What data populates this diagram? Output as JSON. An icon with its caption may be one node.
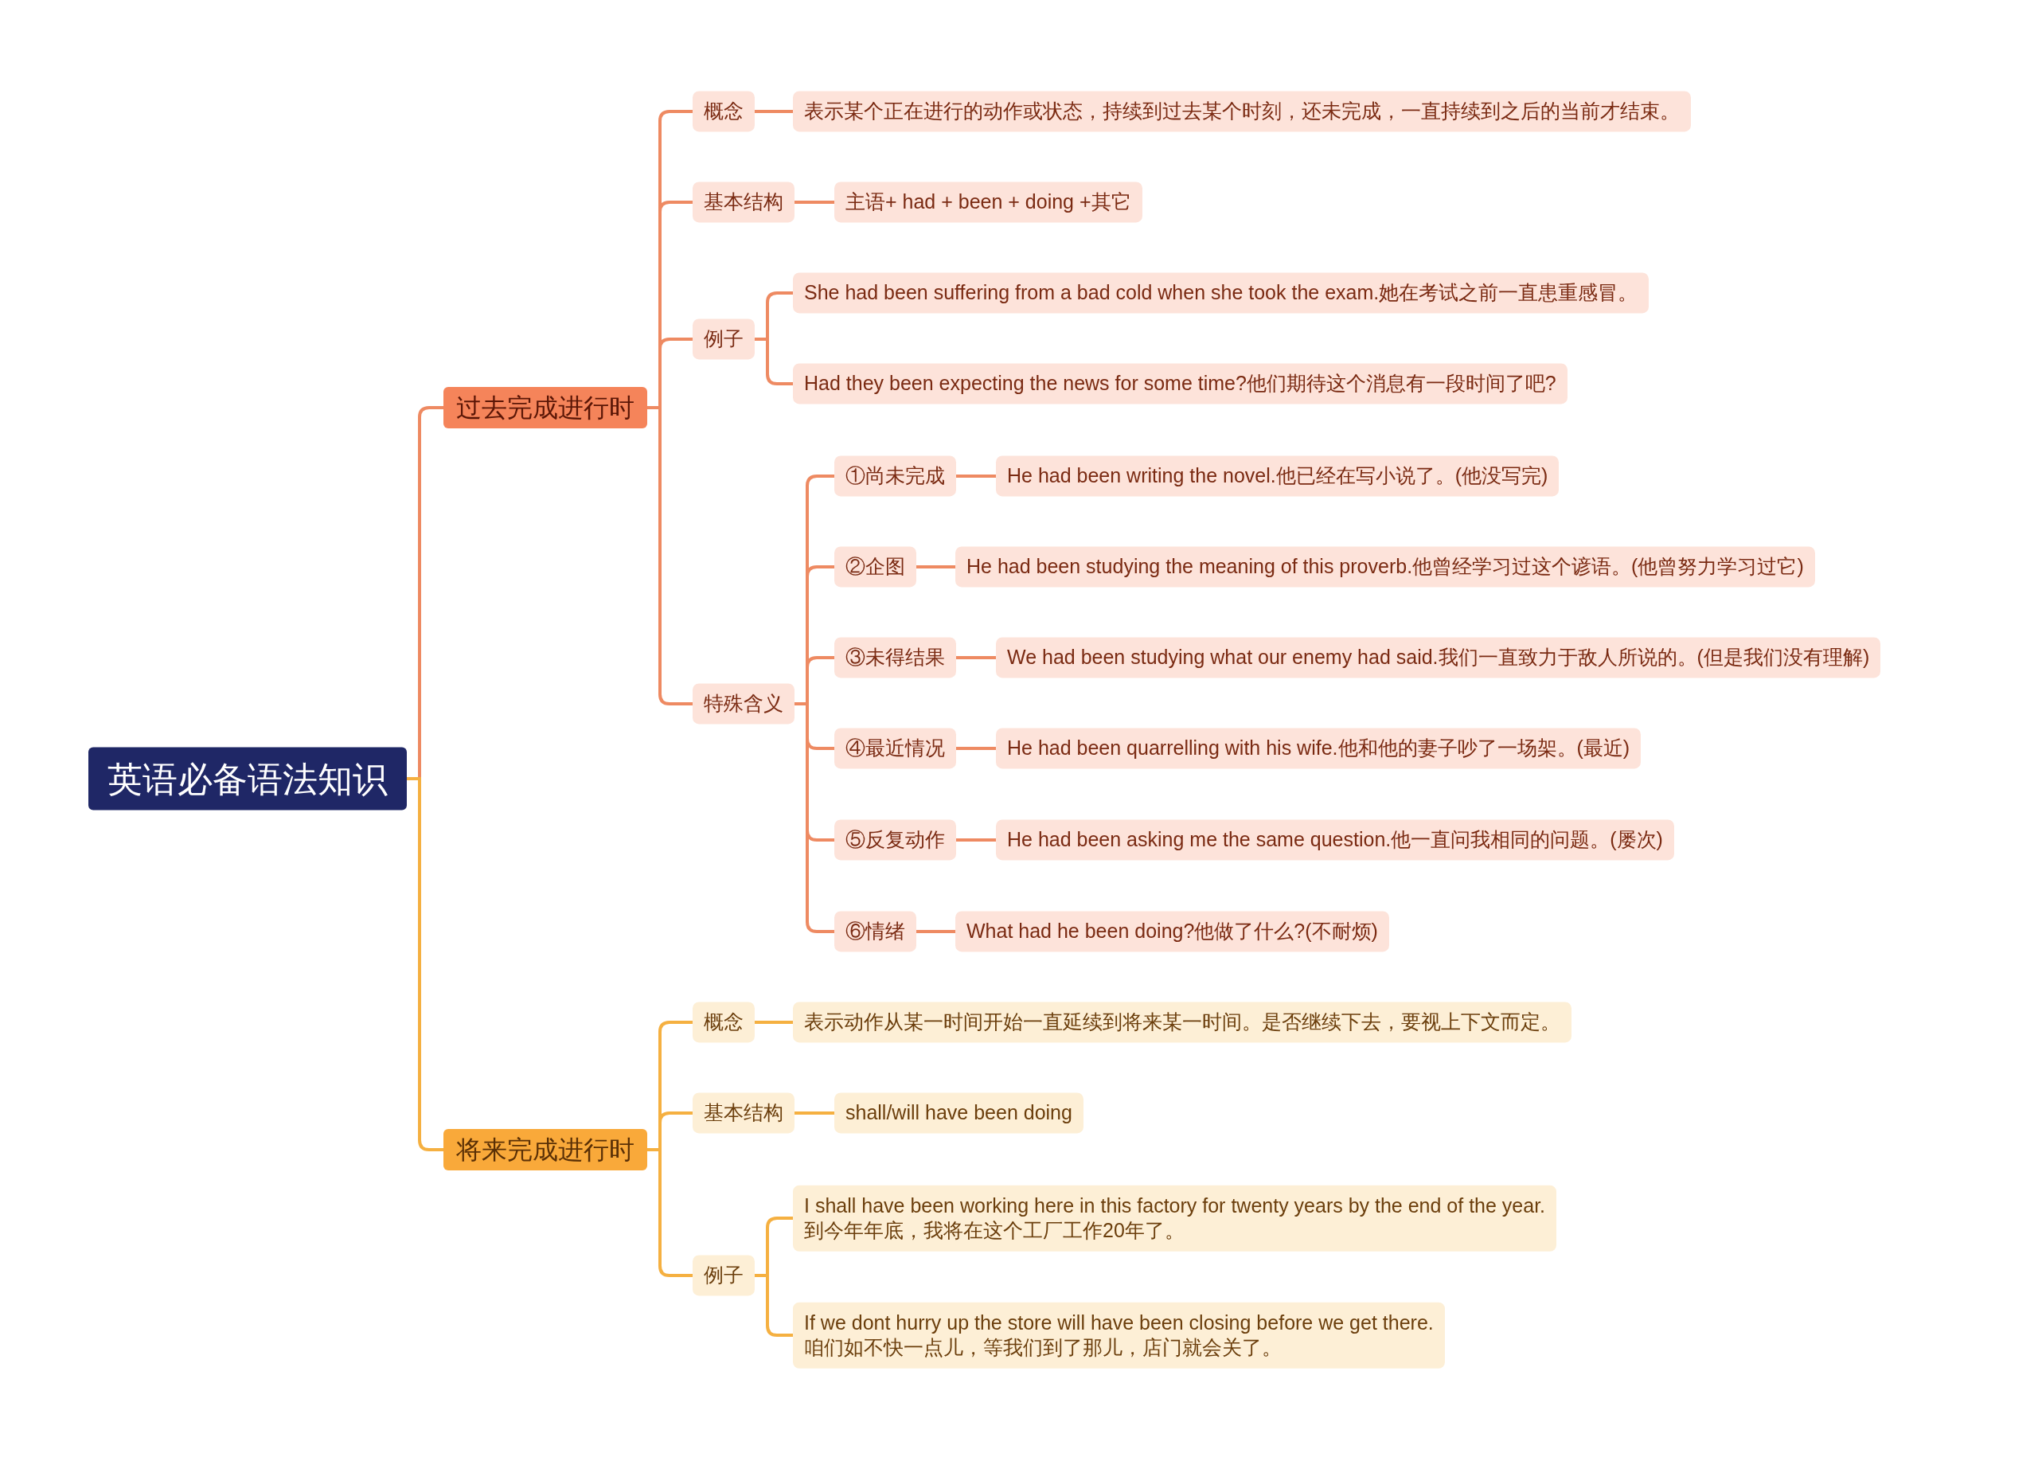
{
  "diagram": {
    "nodes": [
      {
        "text": [
          "英语必备语法知识"
        ]
      },
      {
        "text": [
          "过去完成进行时"
        ]
      },
      {
        "text": [
          "概念"
        ]
      },
      {
        "text": [
          "表示某个正在进行的动作或状态，持续到过去某个时刻，还未完成，一直持续到之后的当前才结束。"
        ]
      },
      {
        "text": [
          "基本结构"
        ]
      },
      {
        "text": [
          "主语+ had + been + doing +其它"
        ]
      },
      {
        "text": [
          "例子"
        ]
      },
      {
        "text": [
          "She had been suffering from a bad cold when she took the exam.她在考试之前一直患重感冒。"
        ]
      },
      {
        "text": [
          "Had they been expecting the news for some time?他们期待这个消息有一段时间了吧?"
        ]
      },
      {
        "text": [
          "特殊含义"
        ]
      },
      {
        "text": [
          "①尚未完成"
        ]
      },
      {
        "text": [
          "He had been writing the novel.他已经在写小说了。(他没写完)"
        ]
      },
      {
        "text": [
          "②企图"
        ]
      },
      {
        "text": [
          "He had been studying the meaning of this proverb.他曾经学习过这个谚语。(他曾努力学习过它)"
        ]
      },
      {
        "text": [
          "③未得结果"
        ]
      },
      {
        "text": [
          "We had been studying what our enemy had said.我们一直致力于敌人所说的。(但是我们没有理解)"
        ]
      },
      {
        "text": [
          "④最近情况"
        ]
      },
      {
        "text": [
          "He had been quarrelling with his wife.他和他的妻子吵了一场架。(最近)"
        ]
      },
      {
        "text": [
          "⑤反复动作"
        ]
      },
      {
        "text": [
          "He had been asking me the same question.他一直问我相同的问题。(屡次)"
        ]
      },
      {
        "text": [
          "⑥情绪"
        ]
      },
      {
        "text": [
          "What had he been doing?他做了什么?(不耐烦)"
        ]
      },
      {
        "text": [
          "将来完成进行时"
        ]
      },
      {
        "text": [
          "概念"
        ]
      },
      {
        "text": [
          "表示动作从某一时间开始一直延续到将来某一时间。是否继续下去，要视上下文而定。"
        ]
      },
      {
        "text": [
          "基本结构"
        ]
      },
      {
        "text": [
          "shall/will have been doing"
        ]
      },
      {
        "text": [
          "例子"
        ]
      },
      {
        "text": [
          "I shall have been working here in this factory for twenty years by the end of the year.",
          "到今年年底，我将在这个工厂工作20年了。"
        ]
      },
      {
        "text": [
          "If we dont hurry up the store will have been closing before we get there.",
          "咱们如不快一点儿，等我们到了那儿，店门就会关了。"
        ]
      }
    ],
    "edges": [
      {
        "from": 0,
        "to": 1,
        "arrow": "none"
      },
      {
        "from": 1,
        "to": 2,
        "arrow": "none"
      },
      {
        "from": 2,
        "to": 3,
        "arrow": "none"
      },
      {
        "from": 1,
        "to": 4,
        "arrow": "none"
      },
      {
        "from": 4,
        "to": 5,
        "arrow": "none"
      },
      {
        "from": 1,
        "to": 6,
        "arrow": "none"
      },
      {
        "from": 6,
        "to": 7,
        "arrow": "none"
      },
      {
        "from": 6,
        "to": 8,
        "arrow": "none"
      },
      {
        "from": 1,
        "to": 9,
        "arrow": "none"
      },
      {
        "from": 9,
        "to": 10,
        "arrow": "none"
      },
      {
        "from": 10,
        "to": 11,
        "arrow": "none"
      },
      {
        "from": 9,
        "to": 12,
        "arrow": "none"
      },
      {
        "from": 12,
        "to": 13,
        "arrow": "none"
      },
      {
        "from": 9,
        "to": 14,
        "arrow": "none"
      },
      {
        "from": 14,
        "to": 15,
        "arrow": "none"
      },
      {
        "from": 9,
        "to": 16,
        "arrow": "none"
      },
      {
        "from": 16,
        "to": 17,
        "arrow": "none"
      },
      {
        "from": 9,
        "to": 18,
        "arrow": "none"
      },
      {
        "from": 18,
        "to": 19,
        "arrow": "none"
      },
      {
        "from": 9,
        "to": 20,
        "arrow": "none"
      },
      {
        "from": 20,
        "to": 21,
        "arrow": "none"
      },
      {
        "from": 0,
        "to": 22,
        "arrow": "none",
        "color": "#f5b041"
      },
      {
        "from": 22,
        "to": 23,
        "arrow": "none",
        "color": "#f5b041"
      },
      {
        "from": 23,
        "to": 24,
        "arrow": "none",
        "color": "#f5b041"
      },
      {
        "from": 22,
        "to": 25,
        "arrow": "none",
        "color": "#f5b041"
      },
      {
        "from": 25,
        "to": 26,
        "arrow": "none",
        "color": "#f5b041"
      },
      {
        "from": 22,
        "to": 27,
        "arrow": "none",
        "color": "#f5b041"
      },
      {
        "from": 27,
        "to": 28,
        "arrow": "none",
        "color": "#f5b041"
      },
      {
        "from": 27,
        "to": 29,
        "arrow": "none",
        "color": "#f5b041"
      }
    ]
  }
}
